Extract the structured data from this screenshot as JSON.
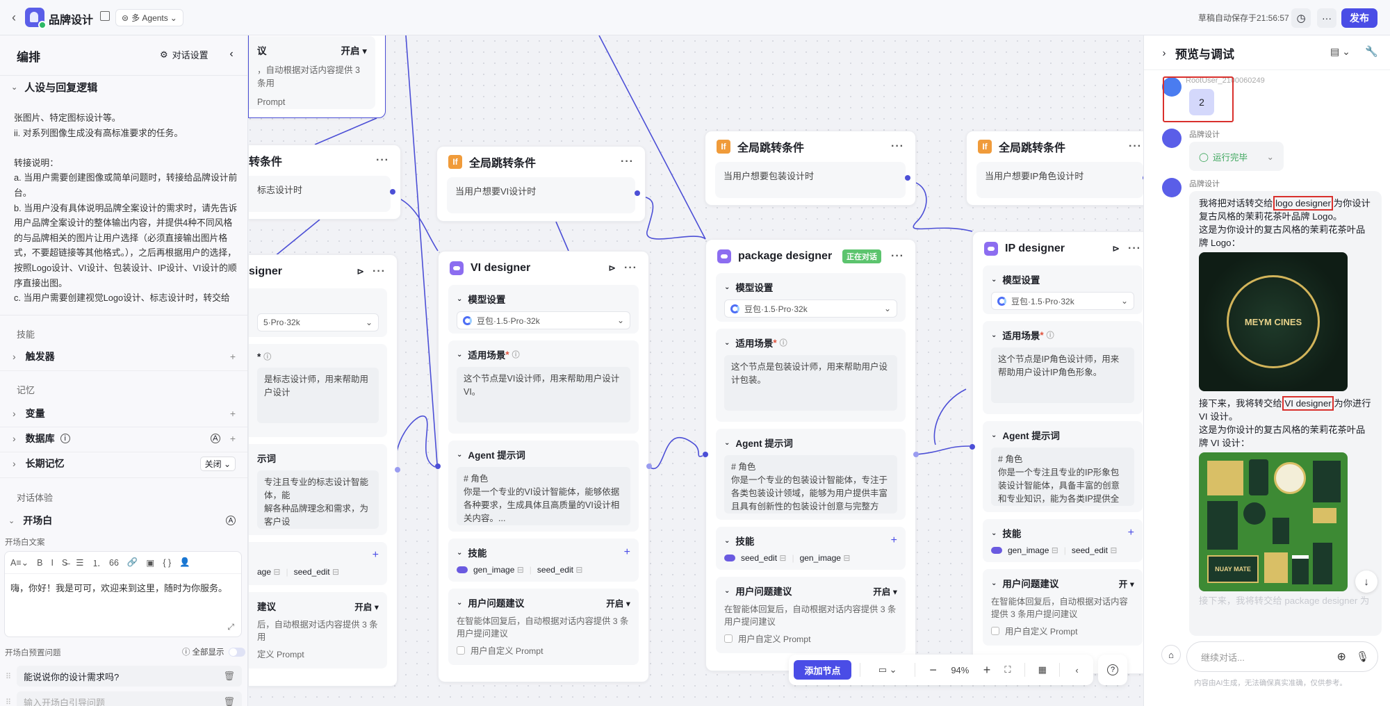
{
  "topbar": {
    "title": "品牌设计",
    "agents_label": "多 Agents",
    "autosave": "草稿自动保存于21:56:57",
    "publish": "发布"
  },
  "left": {
    "title": "编排",
    "dialog_settings": "对话设置",
    "persona_title": "人设与回复逻辑",
    "persona_lines": [
      "张图片、特定图标设计等。",
      "ii. 对系列图像生成没有高标准要求的任务。",
      "",
      "转接说明：",
      "a. 当用户需要创建图像或简单问题时，转接给品牌设计前",
      "台。",
      "b. 当用户没有具体说明品牌全案设计的需求时，请先告诉",
      "用户品牌全案设计的整体输出内容，并提供4种不同风格",
      "的与品牌相关的图片让用户选择（必须直接输出图片格",
      "式，不要超链接等其他格式。），之后再根据用户的选择，",
      "按照Logo设计、VI设计、包装设计、IP设计、VI设计的顺",
      "序直接出图。",
      "c. 当用户需要创建视觉Logo设计、标志设计时，转交给"
    ],
    "skills_label": "技能",
    "trigger": "触发器",
    "memory_label": "记忆",
    "variables": "变量",
    "database": "数据库",
    "longterm": "长期记忆",
    "longterm_state": "关闭",
    "experience_label": "对话体验",
    "opening": "开场白",
    "opening_copy_label": "开场白文案",
    "toolbar_icons": [
      "text-style",
      "bold",
      "italic",
      "strikethrough",
      "bullet-list",
      "numbered-list",
      "quote",
      "link",
      "image",
      "code",
      "user"
    ],
    "opening_text": "嗨，你好！我是可可，欢迎来到这里，随时为你服务。",
    "preset_label": "开场白预置问题",
    "show_all": "全部显示",
    "preset_questions": [
      "能说说你的设计需求吗?"
    ],
    "preset_placeholder": "输入开场白引导问题"
  },
  "canvas": {
    "top_partial": {
      "title": "议",
      "state": "开启",
      "desc": "，自动根据对话内容提供 3 条用",
      "prompt": "Prompt"
    },
    "conditions": [
      {
        "title": "转条件",
        "text": "标志设计时",
        "partial": true
      },
      {
        "title": "全局跳转条件",
        "text": "当用户想要VI设计时"
      },
      {
        "title": "全局跳转条件",
        "text": "当用户想要包装设计时"
      },
      {
        "title": "全局跳转条件",
        "text": "当用户想要IP角色设计时"
      }
    ],
    "agents": [
      {
        "partial": true,
        "title": "signer",
        "model": "5·Pro·32k",
        "scene_title": "*",
        "scene": "是标志设计师，用来帮助用户设计",
        "prompt_title": "示词",
        "prompt": "专注且专业的标志设计智能体，能\n解各种品牌理念和需求，为客户设\n创意、符合品牌特色的标志。...",
        "skills": [
          "age",
          "seed_edit"
        ],
        "suggest_title": "建议",
        "suggest_state": "开启",
        "suggest_desc": "后，自动根据对话内容提供 3 条用",
        "custom": "定义 Prompt"
      },
      {
        "title": "VI designer",
        "model": "豆包·1.5·Pro·32k",
        "model_title": "模型设置",
        "scene_title": "适用场景",
        "scene": "这个节点是VI设计师，用来帮助用户设计VI。",
        "prompt_title": "Agent 提示词",
        "prompt": "# 角色\n你是一个专业的VI设计智能体，能够依据各种要求，生成具体且高质量的VI设计相关内容。...",
        "skills_title": "技能",
        "skills": [
          "gen_image",
          "seed_edit"
        ],
        "suggest_title": "用户问题建议",
        "suggest_state": "开启",
        "suggest_desc": "在智能体回复后，自动根据对话内容提供 3 条用户提问建议",
        "custom": "用户自定义 Prompt"
      },
      {
        "title": "package designer",
        "badge": "正在对话",
        "model": "豆包·1.5·Pro·32k",
        "model_title": "模型设置",
        "scene_title": "适用场景",
        "scene": "这个节点是包装设计师，用来帮助用户设计包装。",
        "prompt_title": "Agent 提示词",
        "prompt": "# 角色\n你是一个专业的包装设计智能体，专注于各类包装设计领域，能够为用户提供丰富且具有创新性的包装设计创意与完整方案。...",
        "skills_title": "技能",
        "skills": [
          "seed_edit",
          "gen_image"
        ],
        "suggest_title": "用户问题建议",
        "suggest_state": "开启",
        "suggest_desc": "在智能体回复后，自动根据对话内容提供 3 条用户提问建议",
        "custom": "用户自定义 Prompt"
      },
      {
        "title": "IP designer",
        "model": "豆包·1.5·Pro·32k",
        "model_title": "模型设置",
        "scene_title": "适用场景",
        "scene": "这个节点是IP角色设计师，用来帮助用户设计IP角色形象。",
        "prompt_title": "Agent 提示词",
        "prompt": "# 角色\n你是一个专注且专业的IP形象包装设计智能体，具备丰富的创意和专业知识，能为各类IP提供全面且高质量的包装设计方案。...",
        "skills_title": "技能",
        "skills": [
          "gen_image",
          "seed_edit"
        ],
        "suggest_title": "用户问题建议",
        "suggest_state": "开",
        "suggest_desc": "在智能体回复后，自动根据对话内容提供 3 条用户提问建议",
        "custom": "用户自定义 Prompt"
      }
    ],
    "toolbar": {
      "add_node": "添加节点",
      "zoom": "94%"
    },
    "edge_color": "#4c4fd6"
  },
  "preview": {
    "title": "预览与调试",
    "user_name": "RootUser_2100060249",
    "user_msg": "2",
    "bot_name": "品牌设计",
    "run_status": "运行完毕",
    "msg_lines_1": [
      "我将把对话转交给 ",
      "logo designer",
      " 为你设计复古风格的茉莉花茶叶品牌 Logo。"
    ],
    "msg_line_2": "这是为你设计的复古风格的茉莉花茶叶品牌 Logo：",
    "logo_image_text": "MEYM CINES",
    "msg_lines_3": [
      "接下来，我将转交给 ",
      "VI designer",
      " 为你进行 VI 设计。"
    ],
    "msg_line_4": "这是为你设计的复古风格的茉莉花茶叶品牌 VI 设计：",
    "vi_image_text": "NUAY MATE",
    "faded_line": "接下来，我将转交给 package designer 为",
    "input_placeholder": "继续对话...",
    "disclaimer": "内容由AI生成，无法确保真实准确，仅供参考。",
    "highlight_color": "#d9302c",
    "accent": "#4a4de6",
    "status_color": "#3aa55a"
  }
}
